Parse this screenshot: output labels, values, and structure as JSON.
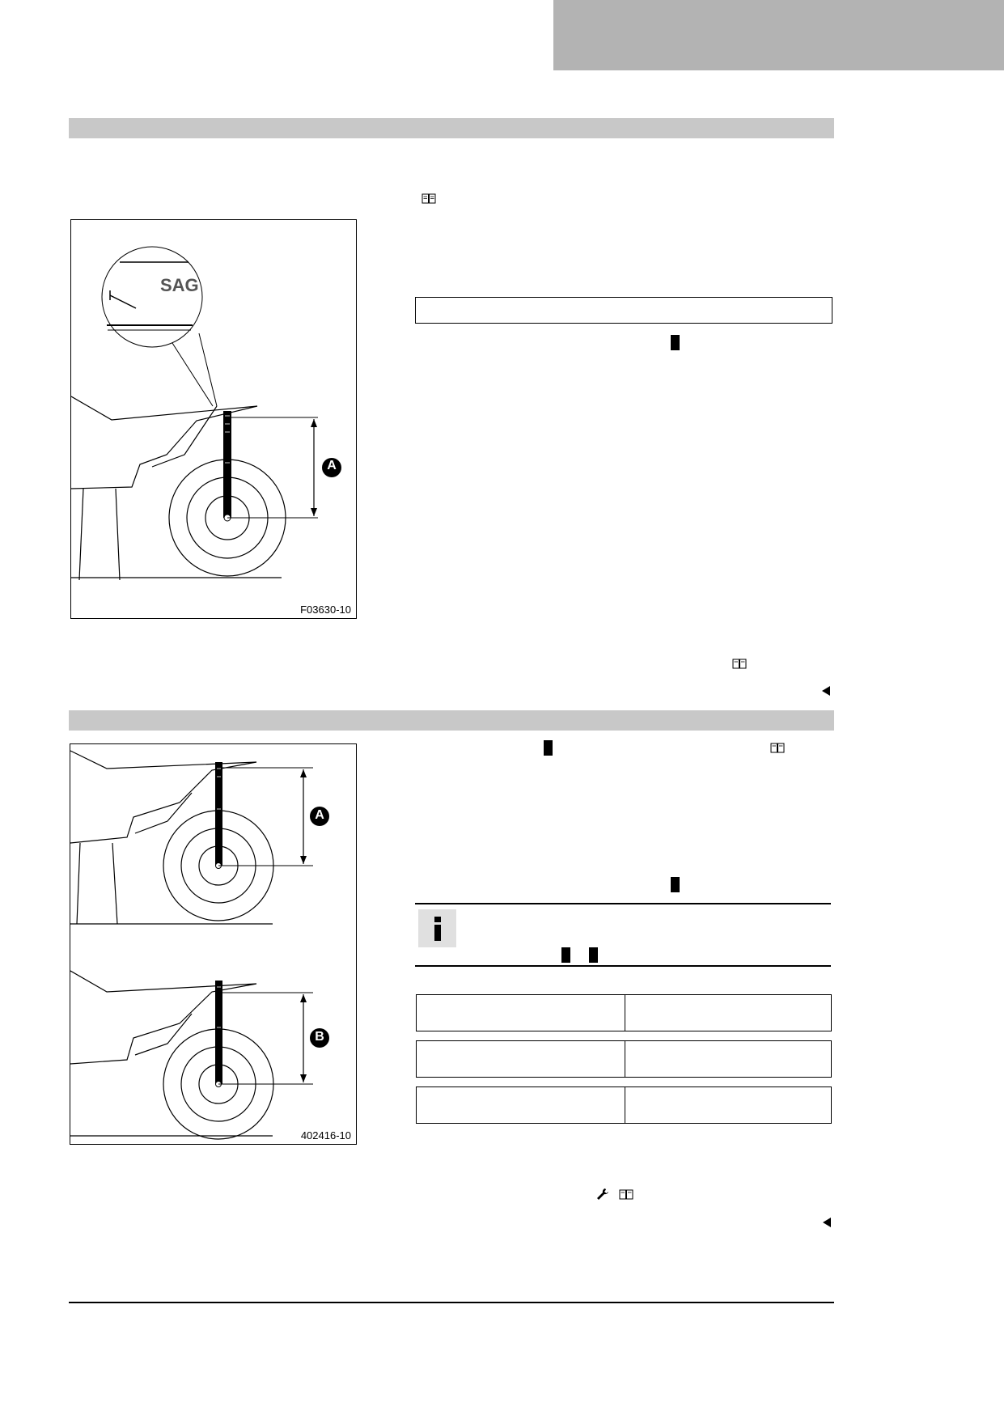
{
  "figures": {
    "sag_figure": {
      "code": "F03630-10",
      "sag_text": "SAG",
      "marker_a": "A"
    },
    "measure_figure": {
      "code": "402416-10",
      "marker_a": "A",
      "marker_b": "B"
    }
  },
  "icons": {
    "book": "book-icon",
    "wrench": "wrench-icon",
    "info": "info-icon",
    "end_marker": "end-triangle-icon"
  },
  "colors": {
    "tab_gray": "#b3b3b3",
    "section_gray": "#c8c8c8",
    "info_box_gray": "#e0e0e0"
  }
}
